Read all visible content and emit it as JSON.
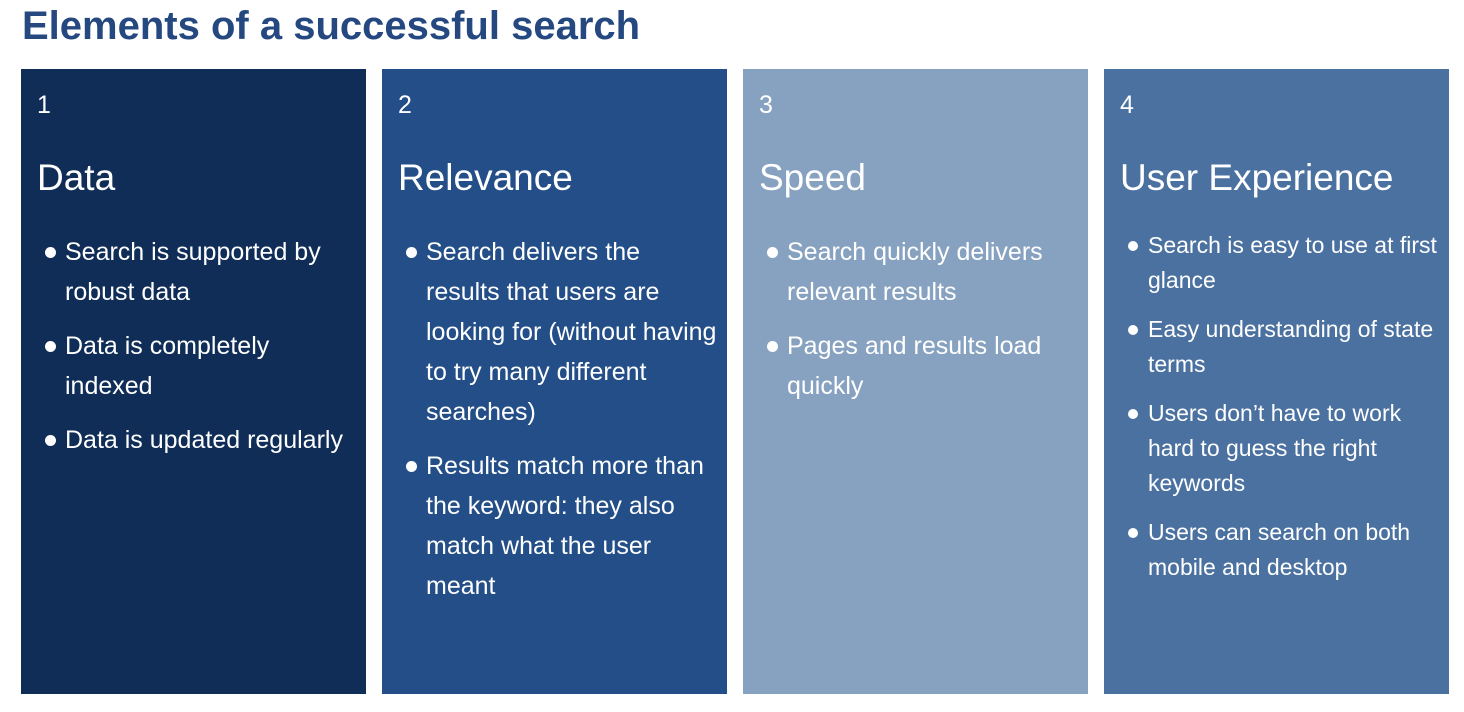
{
  "title": "Elements of a successful search",
  "colors": {
    "title": "#24487f",
    "card1": "#0f2d57",
    "card2": "#234e87",
    "card3": "#87a2c0",
    "card4": "#4b71a0",
    "text": "#ffffff"
  },
  "cards": [
    {
      "number": "1",
      "title": "Data",
      "bullets": [
        "Search is supported by robust data",
        "Data is completely indexed",
        "Data is updated regularly"
      ]
    },
    {
      "number": "2",
      "title": "Relevance",
      "bullets": [
        "Search delivers the results that users are looking for (without having to try many different searches)",
        "Results match more than the keyword: they also match what the user meant"
      ]
    },
    {
      "number": "3",
      "title": "Speed",
      "bullets": [
        "Search quickly delivers relevant results",
        "Pages and results load quickly"
      ]
    },
    {
      "number": "4",
      "title": "User Experience",
      "bullets": [
        "Search is easy to use at first glance",
        "Easy understanding of state terms",
        "Users don’t have to work hard to guess the right keywords",
        "Users can search on both mobile and desktop"
      ]
    }
  ]
}
